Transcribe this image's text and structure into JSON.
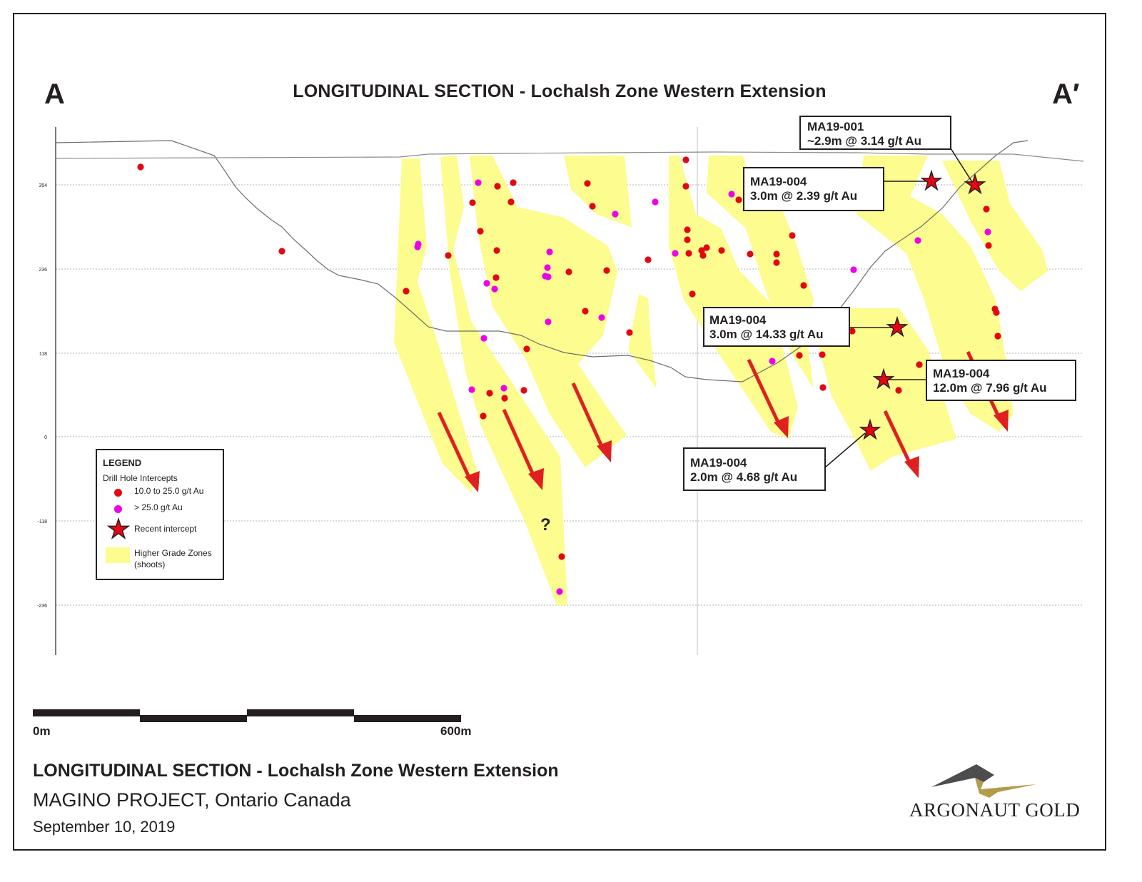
{
  "header": {
    "left_label": "A",
    "right_label": "A′",
    "title": "LONGITUDINAL SECTION - Lochalsh Zone Western Extension"
  },
  "axis": {
    "elevation_ticks": [
      "354",
      "236",
      "118",
      "0",
      "-118",
      "-236"
    ]
  },
  "callouts": [
    {
      "hole": "MA19-001",
      "result": "~2.9m @ 3.14 g/t Au"
    },
    {
      "hole": "MA19-004",
      "result": "3.0m @ 2.39 g/t Au"
    },
    {
      "hole": "MA19-004",
      "result": "3.0m @ 14.33 g/t Au"
    },
    {
      "hole": "MA19-004",
      "result": "12.0m @ 7.96 g/t Au"
    },
    {
      "hole": "MA19-004",
      "result": "2.0m @ 4.68 g/t Au"
    }
  ],
  "unknown_marker": "?",
  "legend": {
    "title": "LEGEND",
    "subtitle": "Drill Hole Intercepts",
    "items": [
      {
        "label": "10.0 to 25.0 g/t Au",
        "color": "#e30613"
      },
      {
        "label": "> 25.0 g/t Au",
        "color": "#ec00ec"
      },
      {
        "label": "Recent intercept",
        "color": "#e30613"
      },
      {
        "label": "Higher Grade Zones\n(shoots)",
        "color": "#fcfc8f"
      }
    ]
  },
  "scale_bar": {
    "start": "0m",
    "end": "600m"
  },
  "footer": {
    "title": "LONGITUDINAL SECTION - Lochalsh Zone Western Extension",
    "subtitle": "MAGINO PROJECT, Ontario Canada",
    "date": "September 10, 2019"
  },
  "logo": {
    "text": "ARGONAUT GOLD",
    "dark_color": "#4d4d4f",
    "gold_color": "#b39b4a"
  },
  "colors": {
    "zone_fill": "#fcfc8f",
    "high_grade": "#e30613",
    "very_high_grade": "#ec00ec",
    "arrow": "#e02020"
  }
}
